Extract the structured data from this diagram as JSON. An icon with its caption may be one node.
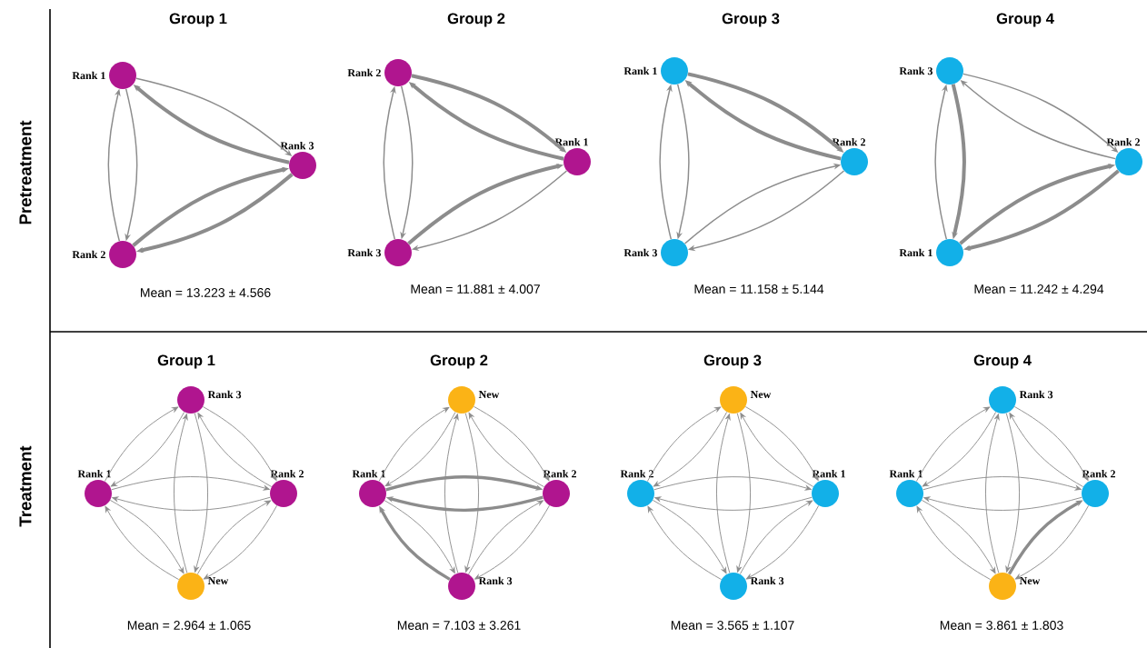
{
  "diagram": {
    "nodes": [
      {
        "text": [
          "Rank 1"
        ]
      },
      {
        "text": [
          "Rank 3"
        ]
      },
      {
        "text": [
          "Rank 2"
        ]
      },
      {
        "text": [
          "Rank 2"
        ]
      },
      {
        "text": [
          "Rank 1"
        ]
      },
      {
        "text": [
          "Rank 3"
        ]
      },
      {
        "text": [
          "Rank 1"
        ]
      },
      {
        "text": [
          "Rank 2"
        ]
      },
      {
        "text": [
          "Rank 3"
        ]
      },
      {
        "text": [
          "Rank 3"
        ]
      },
      {
        "text": [
          "Rank 2"
        ]
      },
      {
        "text": [
          "Rank 1"
        ]
      },
      {
        "text": [
          "Rank 3"
        ]
      },
      {
        "text": [
          "Rank 1"
        ]
      },
      {
        "text": [
          "Rank 2"
        ]
      },
      {
        "text": [
          "New"
        ]
      },
      {
        "text": [
          "New"
        ]
      },
      {
        "text": [
          "Rank 1"
        ]
      },
      {
        "text": [
          "Rank 2"
        ]
      },
      {
        "text": [
          "Rank 3"
        ]
      },
      {
        "text": [
          "New"
        ]
      },
      {
        "text": [
          "Rank 2"
        ]
      },
      {
        "text": [
          "Rank 1"
        ]
      },
      {
        "text": [
          "Rank 3"
        ]
      },
      {
        "text": [
          "Rank 3"
        ]
      },
      {
        "text": [
          "Rank 1"
        ]
      },
      {
        "text": [
          "Rank 2"
        ]
      },
      {
        "text": [
          "New"
        ]
      }
    ],
    "edges": [
      {
        "from": 0,
        "to": 1,
        "arrow": "to"
      },
      {
        "from": 1,
        "to": 0,
        "arrow": "to",
        "style": "thick"
      },
      {
        "from": 0,
        "to": 2,
        "arrow": "to"
      },
      {
        "from": 2,
        "to": 0,
        "arrow": "to"
      },
      {
        "from": 1,
        "to": 2,
        "arrow": "to",
        "style": "thick"
      },
      {
        "from": 2,
        "to": 1,
        "arrow": "to",
        "style": "thick"
      },
      {
        "from": 3,
        "to": 4,
        "arrow": "to",
        "style": "thick"
      },
      {
        "from": 4,
        "to": 3,
        "arrow": "to",
        "style": "thick"
      },
      {
        "from": 3,
        "to": 5,
        "arrow": "to"
      },
      {
        "from": 5,
        "to": 3,
        "arrow": "to"
      },
      {
        "from": 4,
        "to": 5,
        "arrow": "to"
      },
      {
        "from": 5,
        "to": 4,
        "arrow": "to",
        "style": "thick"
      },
      {
        "from": 6,
        "to": 7,
        "arrow": "to",
        "style": "thick"
      },
      {
        "from": 7,
        "to": 6,
        "arrow": "to",
        "style": "thick"
      },
      {
        "from": 6,
        "to": 8,
        "arrow": "to"
      },
      {
        "from": 8,
        "to": 6,
        "arrow": "to"
      },
      {
        "from": 7,
        "to": 8,
        "arrow": "to"
      },
      {
        "from": 8,
        "to": 7,
        "arrow": "to"
      },
      {
        "from": 9,
        "to": 10,
        "arrow": "to"
      },
      {
        "from": 10,
        "to": 9,
        "arrow": "to"
      },
      {
        "from": 9,
        "to": 11,
        "arrow": "to",
        "style": "thick"
      },
      {
        "from": 11,
        "to": 9,
        "arrow": "to"
      },
      {
        "from": 10,
        "to": 11,
        "arrow": "to",
        "style": "thick"
      },
      {
        "from": 11,
        "to": 10,
        "arrow": "to",
        "style": "thick"
      },
      {
        "from": 12,
        "to": 13,
        "arrow": "to"
      },
      {
        "from": 13,
        "to": 12,
        "arrow": "to"
      },
      {
        "from": 12,
        "to": 14,
        "arrow": "to"
      },
      {
        "from": 14,
        "to": 12,
        "arrow": "to"
      },
      {
        "from": 12,
        "to": 15,
        "arrow": "to"
      },
      {
        "from": 15,
        "to": 12,
        "arrow": "to"
      },
      {
        "from": 13,
        "to": 14,
        "arrow": "to"
      },
      {
        "from": 14,
        "to": 13,
        "arrow": "to"
      },
      {
        "from": 13,
        "to": 15,
        "arrow": "to"
      },
      {
        "from": 15,
        "to": 13,
        "arrow": "to"
      },
      {
        "from": 14,
        "to": 15,
        "arrow": "to"
      },
      {
        "from": 15,
        "to": 14,
        "arrow": "to"
      },
      {
        "from": 16,
        "to": 17,
        "arrow": "to"
      },
      {
        "from": 17,
        "to": 16,
        "arrow": "to"
      },
      {
        "from": 16,
        "to": 18,
        "arrow": "to"
      },
      {
        "from": 18,
        "to": 16,
        "arrow": "to"
      },
      {
        "from": 16,
        "to": 19,
        "arrow": "to"
      },
      {
        "from": 19,
        "to": 16,
        "arrow": "to"
      },
      {
        "from": 17,
        "to": 18,
        "arrow": "to",
        "style": "thick"
      },
      {
        "from": 18,
        "to": 17,
        "arrow": "to",
        "style": "thick"
      },
      {
        "from": 17,
        "to": 19,
        "arrow": "to"
      },
      {
        "from": 19,
        "to": 17,
        "arrow": "to",
        "style": "thick"
      },
      {
        "from": 18,
        "to": 19,
        "arrow": "to"
      },
      {
        "from": 19,
        "to": 18,
        "arrow": "to"
      },
      {
        "from": 20,
        "to": 21,
        "arrow": "to"
      },
      {
        "from": 21,
        "to": 20,
        "arrow": "to"
      },
      {
        "from": 20,
        "to": 22,
        "arrow": "to"
      },
      {
        "from": 22,
        "to": 20,
        "arrow": "to"
      },
      {
        "from": 20,
        "to": 23,
        "arrow": "to"
      },
      {
        "from": 23,
        "to": 20,
        "arrow": "to"
      },
      {
        "from": 21,
        "to": 22,
        "arrow": "to"
      },
      {
        "from": 22,
        "to": 21,
        "arrow": "to"
      },
      {
        "from": 21,
        "to": 23,
        "arrow": "to"
      },
      {
        "from": 23,
        "to": 21,
        "arrow": "to"
      },
      {
        "from": 22,
        "to": 23,
        "arrow": "to"
      },
      {
        "from": 23,
        "to": 22,
        "arrow": "to"
      },
      {
        "from": 24,
        "to": 25,
        "arrow": "to"
      },
      {
        "from": 25,
        "to": 24,
        "arrow": "to"
      },
      {
        "from": 24,
        "to": 26,
        "arrow": "to"
      },
      {
        "from": 26,
        "to": 24,
        "arrow": "to"
      },
      {
        "from": 24,
        "to": 27,
        "arrow": "to"
      },
      {
        "from": 27,
        "to": 24,
        "arrow": "to"
      },
      {
        "from": 25,
        "to": 26,
        "arrow": "to"
      },
      {
        "from": 26,
        "to": 25,
        "arrow": "to"
      },
      {
        "from": 25,
        "to": 27,
        "arrow": "to"
      },
      {
        "from": 27,
        "to": 25,
        "arrow": "to"
      },
      {
        "from": 26,
        "to": 27,
        "arrow": "to"
      },
      {
        "from": 27,
        "to": 26,
        "arrow": "to",
        "style": "thick"
      }
    ],
    "labels": [
      "Pretreatment",
      "Group 1",
      "Group 2",
      "Group 3",
      "Group 4",
      "Mean = 13.223 ± 4.566",
      "Mean = 11.881 ± 4.007",
      "Mean = 11.158 ± 5.144",
      "Mean = 11.242 ± 4.294",
      "Treatment",
      "Group 1",
      "Group 2",
      "Group 3",
      "Group 4",
      "Mean = 2.964 ± 1.065",
      "Mean = 7.103 ± 3.261",
      "Mean = 3.565 ± 1.107",
      "Mean = 3.861 ± 1.803"
    ]
  }
}
